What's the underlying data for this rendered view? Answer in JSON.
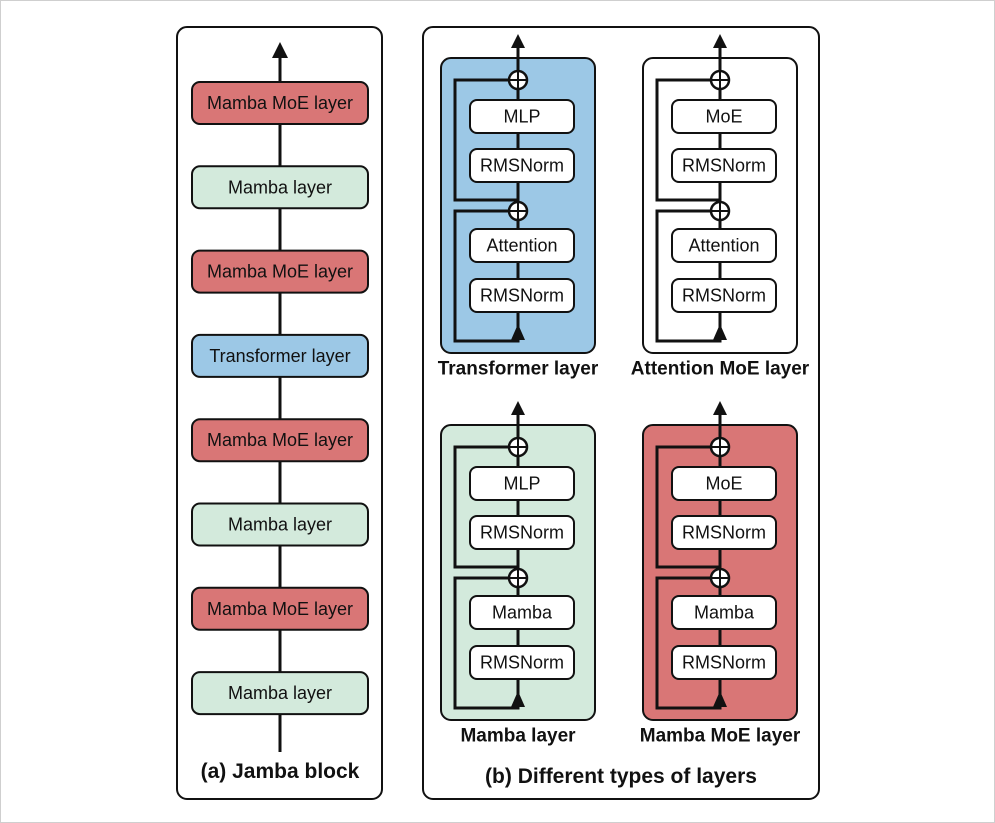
{
  "colors": {
    "mamba_moe": "#d97676",
    "mamba": "#d3eadc",
    "transformer": "#9cc8e6",
    "attention_moe": "#ffffff",
    "stroke": "#111111"
  },
  "jamba_block": {
    "caption": "(a) Jamba block",
    "layers": [
      {
        "label": "Mamba MoE layer",
        "color_key": "mamba_moe"
      },
      {
        "label": "Mamba layer",
        "color_key": "mamba"
      },
      {
        "label": "Mamba MoE layer",
        "color_key": "mamba_moe"
      },
      {
        "label": "Transformer layer",
        "color_key": "transformer"
      },
      {
        "label": "Mamba MoE layer",
        "color_key": "mamba_moe"
      },
      {
        "label": "Mamba layer",
        "color_key": "mamba"
      },
      {
        "label": "Mamba MoE layer",
        "color_key": "mamba_moe"
      },
      {
        "label": "Mamba layer",
        "color_key": "mamba"
      }
    ]
  },
  "layer_types": {
    "caption": "(b) Different types of layers",
    "panels": [
      {
        "name": "Transformer layer",
        "color_key": "transformer",
        "top_block": "MLP",
        "norm1": "RMSNorm",
        "mixer": "Attention",
        "norm2": "RMSNorm"
      },
      {
        "name": "Attention MoE layer",
        "color_key": "attention_moe",
        "top_block": "MoE",
        "norm1": "RMSNorm",
        "mixer": "Attention",
        "norm2": "RMSNorm"
      },
      {
        "name": "Mamba layer",
        "color_key": "mamba",
        "top_block": "MLP",
        "norm1": "RMSNorm",
        "mixer": "Mamba",
        "norm2": "RMSNorm"
      },
      {
        "name": "Mamba MoE layer",
        "color_key": "mamba_moe",
        "top_block": "MoE",
        "norm1": "RMSNorm",
        "mixer": "Mamba",
        "norm2": "RMSNorm"
      }
    ]
  }
}
